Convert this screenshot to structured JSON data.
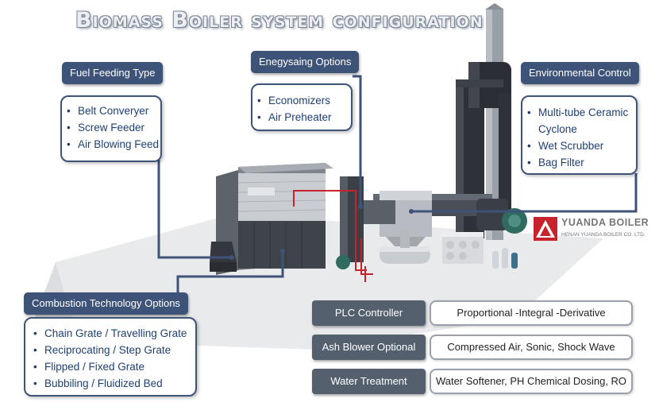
{
  "title": "Biomass Boiler system configuration",
  "fuel_feeding": {
    "heading": "Fuel Feeding Type",
    "items": [
      "Belt Converyer",
      "Screw Feeder",
      "Air Blowing Feed"
    ]
  },
  "energy_saving": {
    "heading": "Enegysaing Options",
    "items": [
      "Economizers",
      "Air Preheater"
    ]
  },
  "environmental": {
    "heading": "Environmental Control",
    "items": [
      "Multi-tube Ceramic",
      "Cyclone",
      "Wet Scrubber",
      "Bag Filter"
    ]
  },
  "combustion": {
    "heading": "Combustion Technology Options",
    "items": [
      "Chain Grate / Travelling Grate",
      "Reciprocating / Step Grate",
      "Flipped / Fixed Grate",
      "Bubbiling / Fluidized Bed"
    ]
  },
  "options": [
    {
      "label": "PLC Controller",
      "value": "Proportional -Integral -Derivative"
    },
    {
      "label": "Ash Blower Optional",
      "value": "Compressed Air, Sonic, Shock Wave"
    },
    {
      "label": "Water Treatment",
      "value": "Water Softener, PH Chemical Dosing, RO"
    }
  ],
  "brand": {
    "name": "YUANDA BOILER",
    "company": "HENAN YUANDA BOILER CO. LTD."
  },
  "colors": {
    "heading_bg": "#3e5378",
    "text_blue": "#1e3f73",
    "option_label_bg": "#55606e",
    "connector": "#3e5378",
    "brand_red": "#c8232c"
  }
}
